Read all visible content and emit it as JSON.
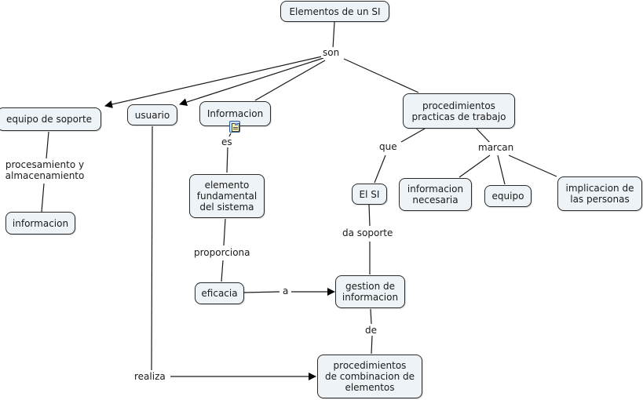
{
  "concepts": {
    "root": "Elementos de un SI",
    "equipo_soporte": "equipo de soporte",
    "usuario": "usuario",
    "informacion_main": "Informacion",
    "procedimientos_practicas": "procedimientos\npracticas de trabajo",
    "informacion_small": "informacion",
    "elemento_fundamental": "elemento\nfundamental\ndel sistema",
    "el_si": "El SI",
    "informacion_necesaria": "informacion\nnecesaria",
    "equipo": "equipo",
    "implicacion_personas": "implicacion de\nlas personas",
    "eficacia": "eficacia",
    "gestion_informacion": "gestion de\ninformacion",
    "procedimientos_combinacion": "procedimientos\nde combinacion de\nelementos"
  },
  "linking_phrases": {
    "son": "son",
    "es": "es",
    "procesamiento": "procesamiento y\nalmacenamiento",
    "que": "que",
    "marcan": "marcan",
    "da_soporte": "da soporte",
    "proporciona": "proporciona",
    "a": "a",
    "de": "de",
    "realiza": "realiza"
  },
  "icons": {
    "informacion_resource": "resource-document-icon"
  },
  "colors": {
    "node_fill": "#edf3f6",
    "node_border": "#2b2b2b",
    "line": "#1a1a1a"
  }
}
